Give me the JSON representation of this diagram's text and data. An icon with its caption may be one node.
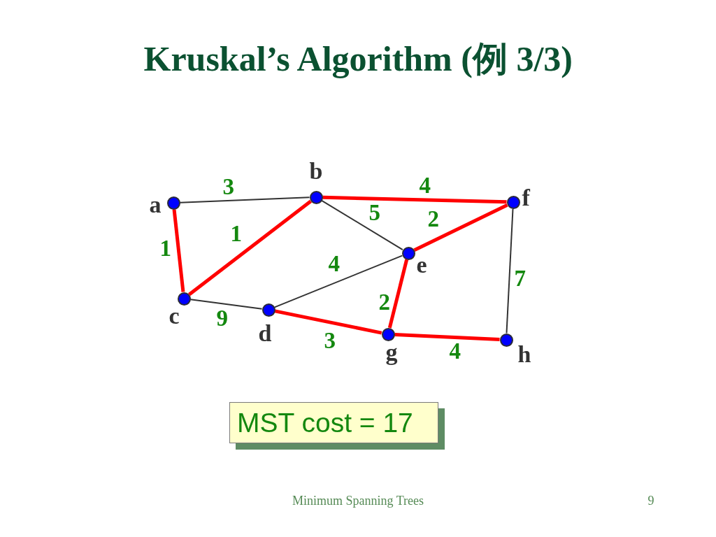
{
  "diagram": {
    "title": "Kruskal’s Algorithm (例 3/3)",
    "nodes": [
      {
        "text": [],
        "shape": "circle",
        "beside": [
          "a"
        ]
      },
      {
        "text": [],
        "shape": "circle",
        "beside": [
          "b"
        ]
      },
      {
        "text": [],
        "shape": "circle",
        "beside": [
          "c"
        ]
      },
      {
        "text": [],
        "shape": "circle",
        "beside": [
          "d"
        ]
      },
      {
        "text": [],
        "shape": "circle",
        "beside": [
          "e"
        ]
      },
      {
        "text": [],
        "shape": "circle",
        "beside": [
          "f"
        ]
      },
      {
        "text": [],
        "shape": "circle",
        "beside": [
          "g"
        ]
      },
      {
        "text": [],
        "shape": "circle",
        "beside": [
          "h"
        ]
      },
      {
        "text": [
          "MST cost = 17"
        ]
      }
    ],
    "edges": [
      {
        "from": 0,
        "to": 1,
        "arrow": "none",
        "label": "3",
        "color": "#333333"
      },
      {
        "from": 1,
        "to": 5,
        "arrow": "none",
        "label": "4"
      },
      {
        "from": 1,
        "to": 4,
        "arrow": "none",
        "label": "5",
        "color": "#333333"
      },
      {
        "from": 4,
        "to": 5,
        "arrow": "none",
        "label": "2"
      },
      {
        "from": 0,
        "to": 2,
        "arrow": "none",
        "label": "1"
      },
      {
        "from": 2,
        "to": 1,
        "arrow": "none",
        "label": "1"
      },
      {
        "from": 3,
        "to": 4,
        "arrow": "none",
        "label": "4",
        "color": "#333333"
      },
      {
        "from": 4,
        "to": 6,
        "arrow": "none",
        "label": "2"
      },
      {
        "from": 5,
        "to": 7,
        "arrow": "none",
        "label": "7",
        "color": "#333333"
      },
      {
        "from": 2,
        "to": 3,
        "arrow": "none",
        "label": "9",
        "color": "#333333"
      },
      {
        "from": 3,
        "to": 6,
        "arrow": "none",
        "label": "3"
      },
      {
        "from": 6,
        "to": 7,
        "arrow": "none",
        "label": "4"
      }
    ],
    "labels": [
      "Minimum Spanning Trees",
      "9"
    ]
  }
}
